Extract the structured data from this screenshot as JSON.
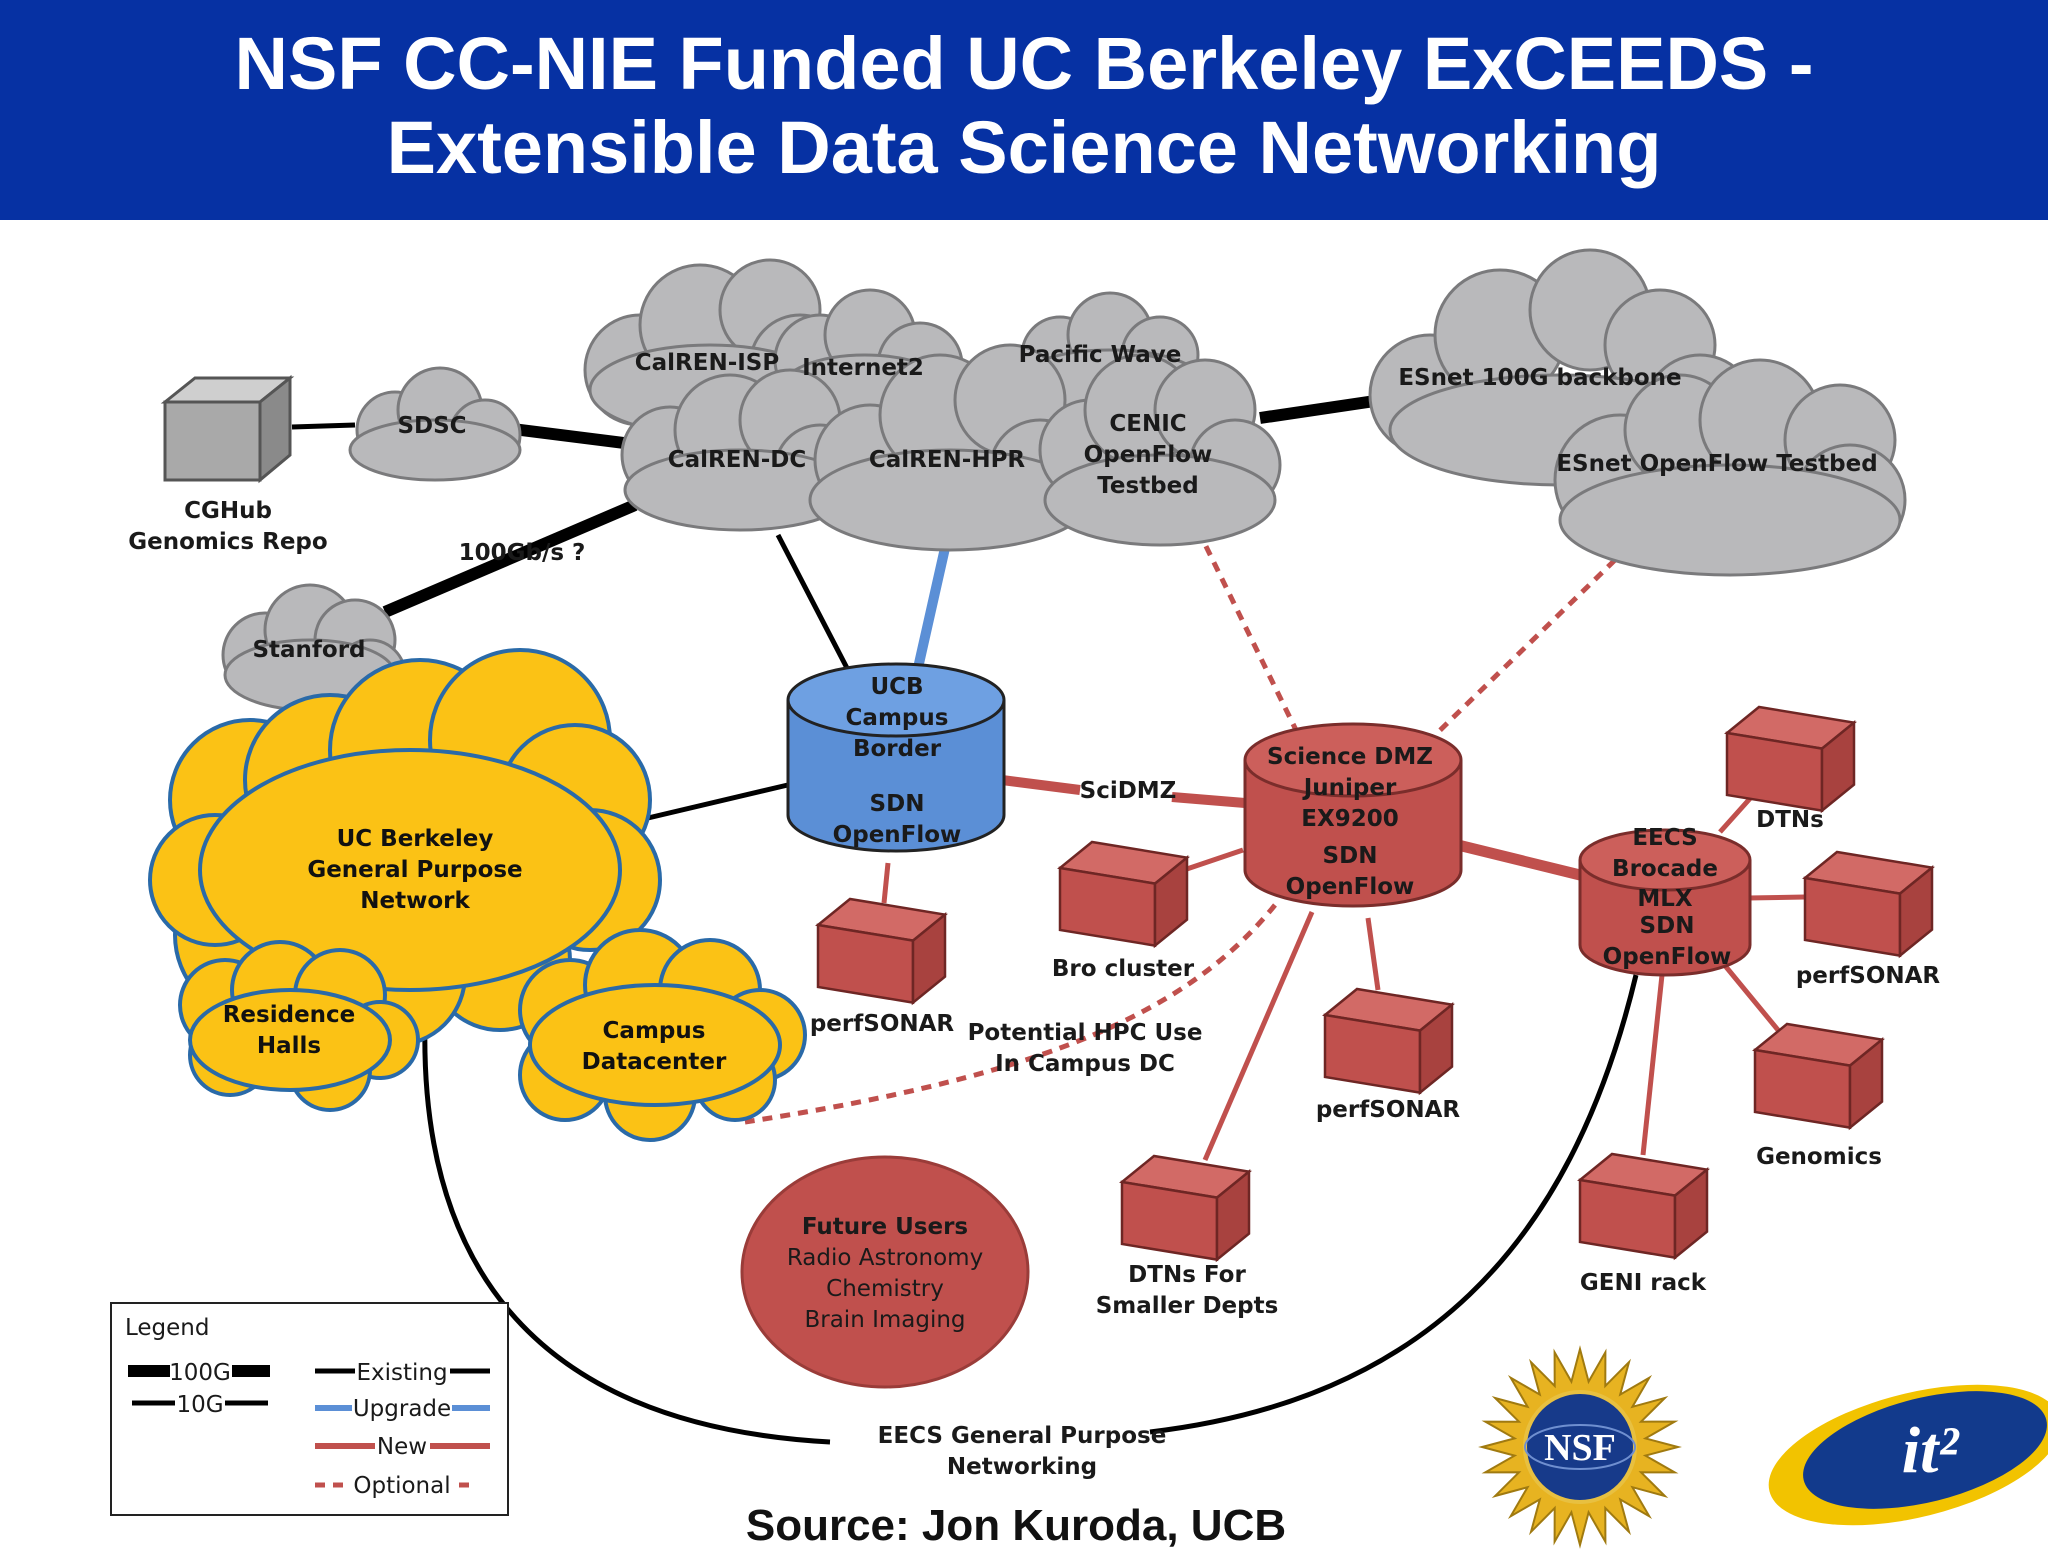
{
  "title": {
    "line1": "NSF CC-NIE Funded UC Berkeley ExCEEDS -",
    "line2": "Extensible Data Science Networking"
  },
  "clouds": {
    "calren_isp": "CalREN-ISP",
    "internet2": "Internet2",
    "pacific_wave": "Pacific Wave",
    "sdsc": "SDSC",
    "calren_dc": "CalREN-DC",
    "calren_hpr": "CalREN-HPR",
    "cenic": [
      "CENIC",
      "OpenFlow",
      "Testbed"
    ],
    "esnet_backbone": "ESnet 100G backbone",
    "esnet_testbed": "ESnet OpenFlow Testbed",
    "stanford": "Stanford",
    "ucb_gpn": [
      "UC Berkeley",
      "General Purpose",
      "Network"
    ],
    "residence_halls": [
      "Residence",
      "Halls"
    ],
    "campus_datacenter": [
      "Campus",
      "Datacenter"
    ]
  },
  "nodes": {
    "cghub": [
      "CGHub",
      "Genomics Repo"
    ],
    "ucb_border": [
      "UCB",
      "Campus",
      "Border"
    ],
    "ucb_border_sdn": [
      "SDN",
      "OpenFlow"
    ],
    "science_dmz": [
      "Science DMZ",
      "Juniper",
      "EX9200"
    ],
    "science_dmz_sdn": [
      "SDN",
      "OpenFlow"
    ],
    "eecs": [
      "EECS",
      "Brocade",
      "MLX"
    ],
    "eecs_sdn": [
      "SDN",
      "OpenFlow"
    ],
    "perfsonar_border": "perfSONAR",
    "bro_cluster": "Bro cluster",
    "perfsonar_dmz": "perfSONAR",
    "dtns_smaller": [
      "DTNs For",
      "Smaller Depts"
    ],
    "dtns": "DTNs",
    "perfsonar_eecs": "perfSONAR",
    "genomics": "Genomics",
    "geni_rack": "GENI rack"
  },
  "links": {
    "hundred_gb": "100Gb/s ?",
    "scidmz": "SciDMZ",
    "potential_hpc": [
      "Potential HPC Use",
      "In Campus DC"
    ],
    "eecs_gpn": [
      "EECS General Purpose",
      "Networking"
    ]
  },
  "future_users": {
    "heading": "Future Users",
    "items": [
      "Radio Astronomy",
      "Chemistry",
      "Brain Imaging"
    ]
  },
  "legend": {
    "title": "Legend",
    "items": [
      "100G",
      "10G",
      "Existing",
      "Upgrade",
      "New",
      "Optional"
    ]
  },
  "source": "Source: Jon Kuroda, UCB",
  "logos": {
    "nsf": "NSF",
    "it2": "it²"
  },
  "colors": {
    "title_bar": "#0631a3",
    "cloud_gray": "#b9b9bb",
    "cloud_yellow": "#fbc215",
    "border_blue": "#5b8fd6",
    "router_red": "#c0504d",
    "upgrade_line": "#5b8fd6",
    "new_line": "#c0504d"
  }
}
